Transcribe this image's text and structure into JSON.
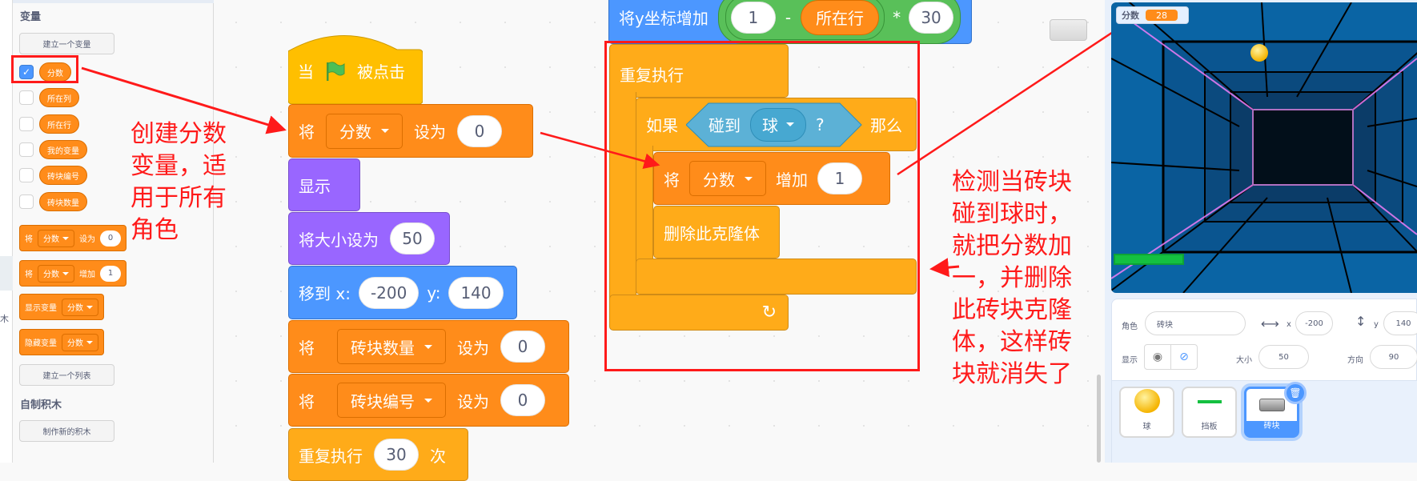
{
  "category_strip": {
    "partial_label": "木"
  },
  "palette": {
    "section_title": "变量",
    "make_variable": "建立一个变量",
    "variables": [
      {
        "name": "分数",
        "checked": true
      },
      {
        "name": "所在列",
        "checked": false
      },
      {
        "name": "所在行",
        "checked": false
      },
      {
        "name": "我的变量",
        "checked": false
      },
      {
        "name": "砖块编号",
        "checked": false
      },
      {
        "name": "砖块数量",
        "checked": false
      }
    ],
    "set_block": {
      "label": "将",
      "var": "分数",
      "op": "设为",
      "value": "0"
    },
    "change_block": {
      "label": "将",
      "var": "分数",
      "op": "增加",
      "value": "1"
    },
    "show_var_block": {
      "label": "显示变量",
      "var": "分数"
    },
    "hide_var_block": {
      "label": "隐藏变量",
      "var": "分数"
    },
    "make_list": "建立一个列表",
    "my_blocks_title": "自制积木",
    "make_block": "制作新的积木"
  },
  "script1": {
    "hat": {
      "when": "当",
      "clicked": "被点击"
    },
    "set_score": {
      "label": "将",
      "var": "分数",
      "op": "设为",
      "value": "0"
    },
    "show": "显示",
    "set_size": {
      "label": "将大小设为",
      "value": "50"
    },
    "goto": {
      "label": "移到 x:",
      "x": "-200",
      "ylabel": "y:",
      "y": "140"
    },
    "set_count": {
      "label": "将",
      "var": "砖块数量",
      "op": "设为",
      "value": "0"
    },
    "set_id": {
      "label": "将",
      "var": "砖块编号",
      "op": "设为",
      "value": "0"
    },
    "repeat": {
      "label": "重复执行",
      "value": "30",
      "suffix": "次"
    }
  },
  "script2": {
    "change_y": {
      "label": "将y坐标增加",
      "a": "1",
      "minus": "-",
      "var": "所在行",
      "times": "*",
      "b": "30"
    },
    "forever": "重复执行",
    "if": {
      "if": "如果",
      "touching": "碰到",
      "target": "球",
      "q": "?",
      "then": "那么"
    },
    "change_score": {
      "label": "将",
      "var": "分数",
      "op": "增加",
      "value": "1"
    },
    "delete_clone": "删除此克隆体"
  },
  "annotations": {
    "left": "创建分数变量，适用于所有角色",
    "right": "检测当砖块碰到球时，就把分数加一，并删除此砖块克隆体，这样砖块就消失了"
  },
  "stage": {
    "monitor": {
      "label": "分数",
      "value": "28"
    }
  },
  "sprite_info": {
    "sprite_label": "角色",
    "sprite_name": "砖块",
    "x_label": "x",
    "x": "-200",
    "y_label": "y",
    "y": "140",
    "show_label": "显示",
    "size_label": "大小",
    "size": "50",
    "direction_label": "方向",
    "direction": "90"
  },
  "sprites": [
    {
      "name": "球",
      "selected": false
    },
    {
      "name": "挡板",
      "selected": false
    },
    {
      "name": "砖块",
      "selected": true
    }
  ],
  "colors": {
    "accent": "#4c97ff",
    "variables": "#ff8c1a",
    "annotation": "#ff1a1a"
  }
}
